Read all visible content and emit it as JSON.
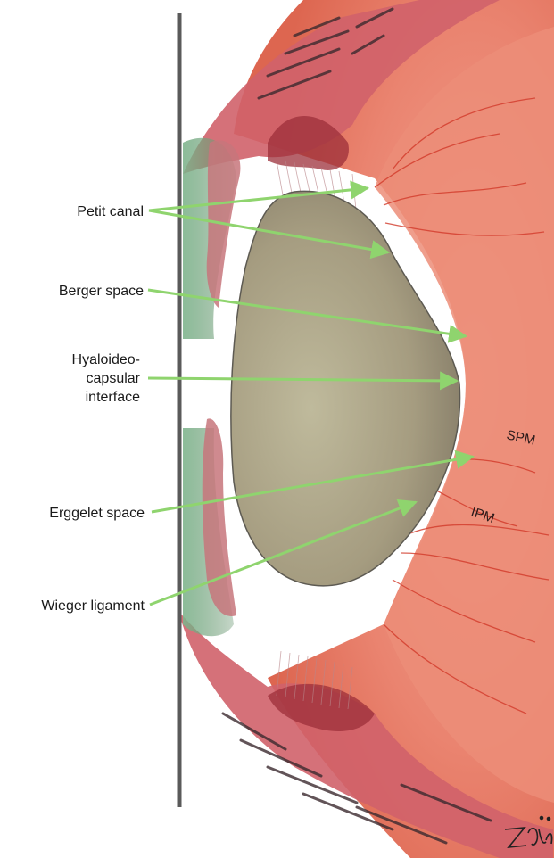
{
  "labels": {
    "petit_canal": "Petit canal",
    "berger_space": "Berger space",
    "hyaloideo_line1": "Hyaloideo-",
    "hyaloideo_line2": "capsular",
    "hyaloideo_line3": "interface",
    "erggelet_space": "Erggelet space",
    "wieger_ligament": "Wieger ligament",
    "spm": "SPM",
    "ipm": "IPM"
  },
  "colors": {
    "vitreous": "#e97a66",
    "lens": "#a29a80",
    "ciliary": "#c9565a",
    "zonule_green": "#6f9a6e",
    "arrow": "#8fd46e",
    "divider": "#5a5a5a"
  }
}
